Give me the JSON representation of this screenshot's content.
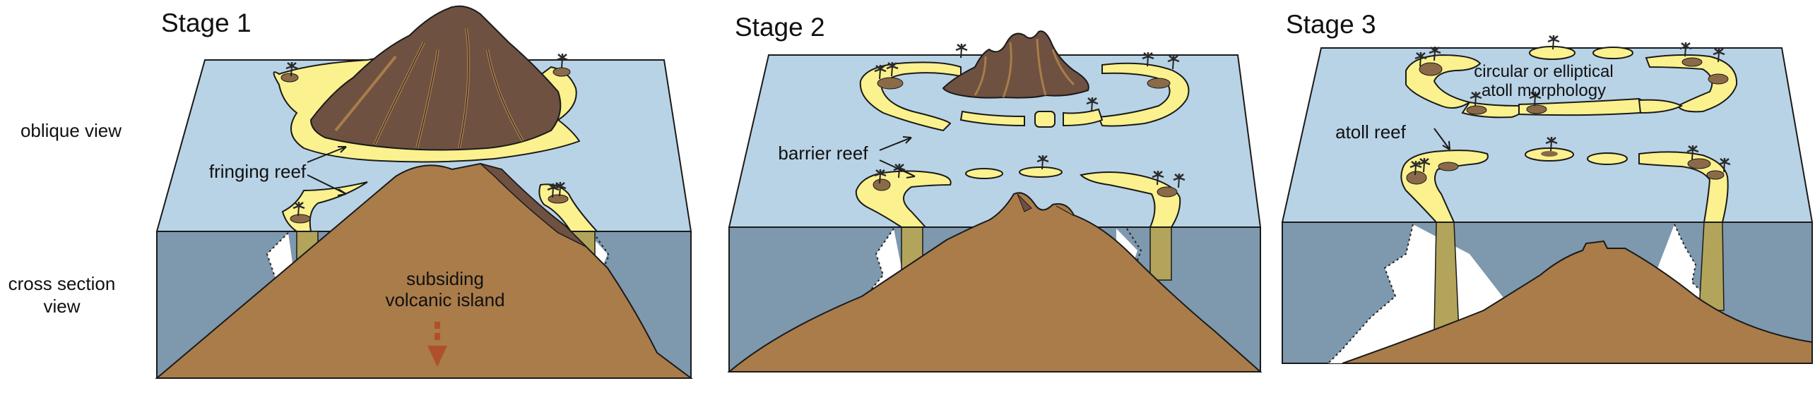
{
  "row_labels": {
    "oblique": "oblique view",
    "cross_line1": "cross section",
    "cross_line2": "view"
  },
  "stages": [
    {
      "title": "Stage 1",
      "annotations": {
        "reef": "fringing reef",
        "island_line1": "subsiding",
        "island_line2": "volcanic island"
      }
    },
    {
      "title": "Stage 2",
      "annotations": {
        "reef": "barrier reef"
      }
    },
    {
      "title": "Stage 3",
      "annotations": {
        "reef": "atoll reef",
        "morph_line1": "circular or elliptical",
        "morph_line2": "atoll morphology"
      }
    }
  ],
  "colors": {
    "sea_surface": "#b9d3e6",
    "sea_section": "#7e98ad",
    "reef": "#fbf18e",
    "island_section": "#a97c4a",
    "volcano_top": "#6e5141",
    "reef_column": "#b2a45a",
    "arrow": "#b0502a",
    "outline": "#1a1a1a"
  },
  "icons": [
    "palm-tree-icon",
    "subsidence-arrow-icon",
    "pointer-arrow-icon"
  ]
}
